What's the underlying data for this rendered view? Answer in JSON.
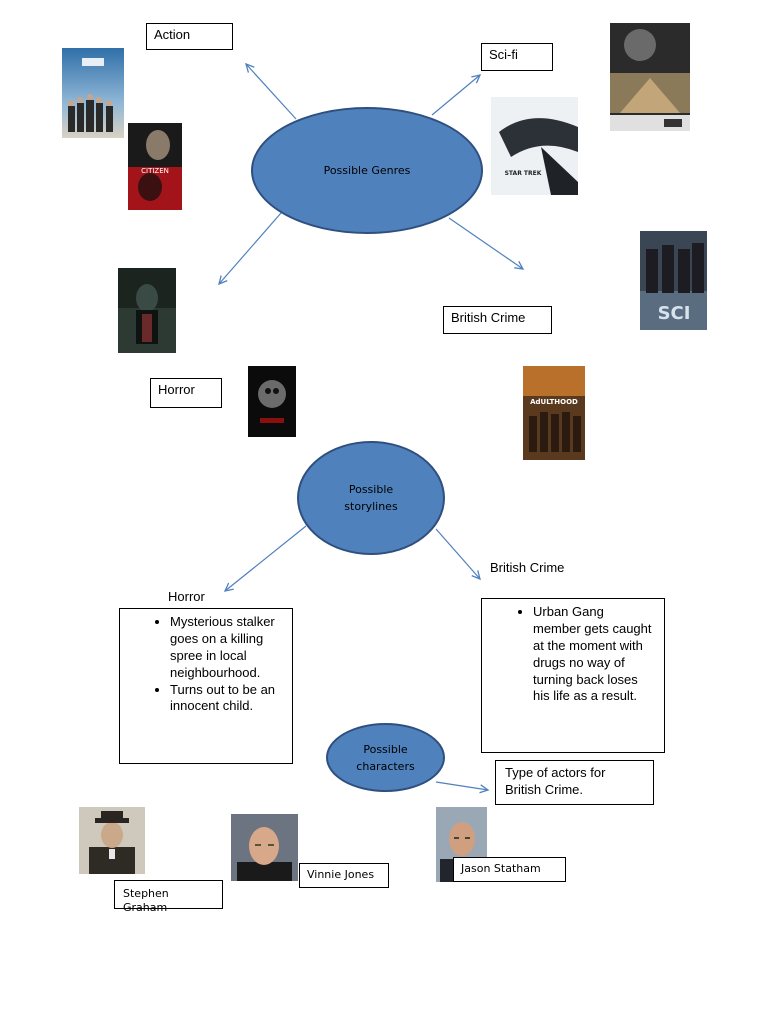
{
  "genres": {
    "center_label": "Possible Genres",
    "action_label": "Action",
    "scifi_label": "Sci-fi",
    "horror_label": "Horror",
    "british_crime_label": "British Crime"
  },
  "storylines": {
    "center_label_line1": "Possible",
    "center_label_line2": "storylines",
    "horror_heading": "Horror",
    "horror_items": [
      "Mysterious stalker goes on a killing spree in local neighbourhood.",
      "Turns out to be an innocent child."
    ],
    "crime_heading": "British Crime",
    "crime_items": [
      "Urban Gang member gets caught at the moment with drugs no way of turning back loses his life as a result."
    ]
  },
  "characters": {
    "center_label_line1": "Possible",
    "center_label_line2": "characters",
    "actor_type_label": "Type of actors for British Crime.",
    "actors": [
      "Stephen Graham",
      "Vinnie Jones",
      "Jason  Statham"
    ]
  },
  "posters": {
    "star_trek_title": "STAR TREK",
    "adulthood_title": "AdULTHOOD",
    "citizen_title": "CITIZEN"
  },
  "colors": {
    "ellipse_fill": "#4f81bd",
    "ellipse_border": "#2f4f7f",
    "arrow": "#4f81bd"
  }
}
